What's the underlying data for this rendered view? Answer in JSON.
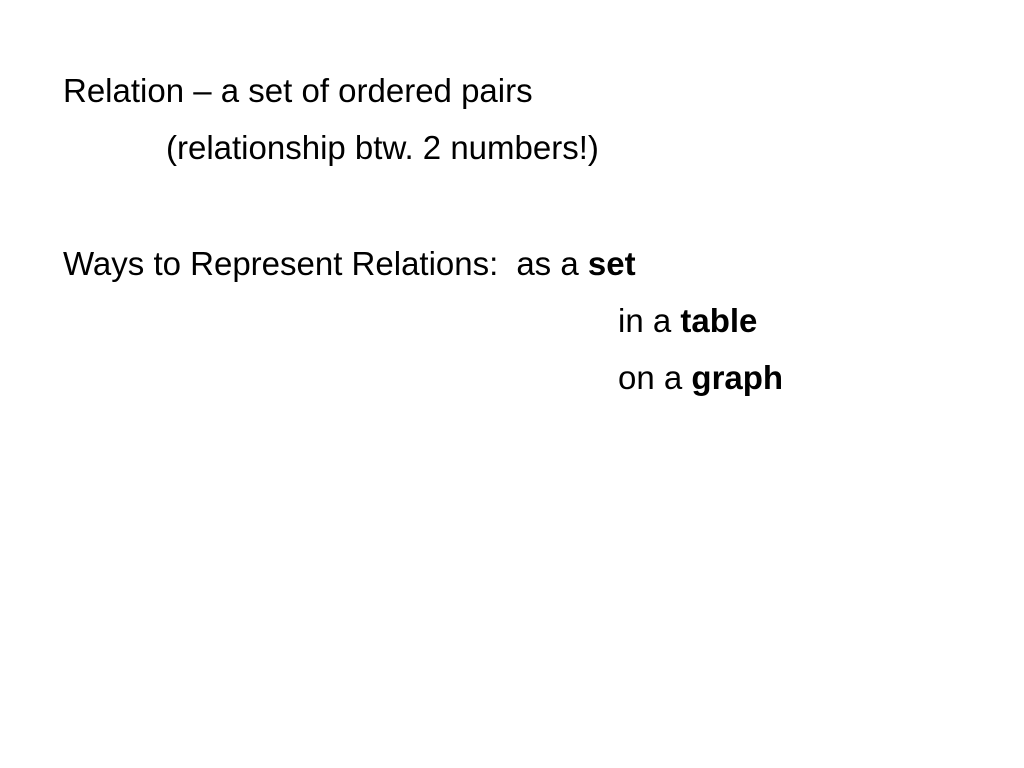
{
  "slide": {
    "definition": "Relation – a set of ordered pairs",
    "note": "(relationship btw. 2 numbers!)",
    "ways_label": "Ways to Represent Relations:",
    "ways": [
      {
        "prefix": "as a",
        "keyword": "set"
      },
      {
        "prefix": "in a",
        "keyword": "table"
      },
      {
        "prefix": "on a",
        "keyword": "graph"
      }
    ]
  }
}
